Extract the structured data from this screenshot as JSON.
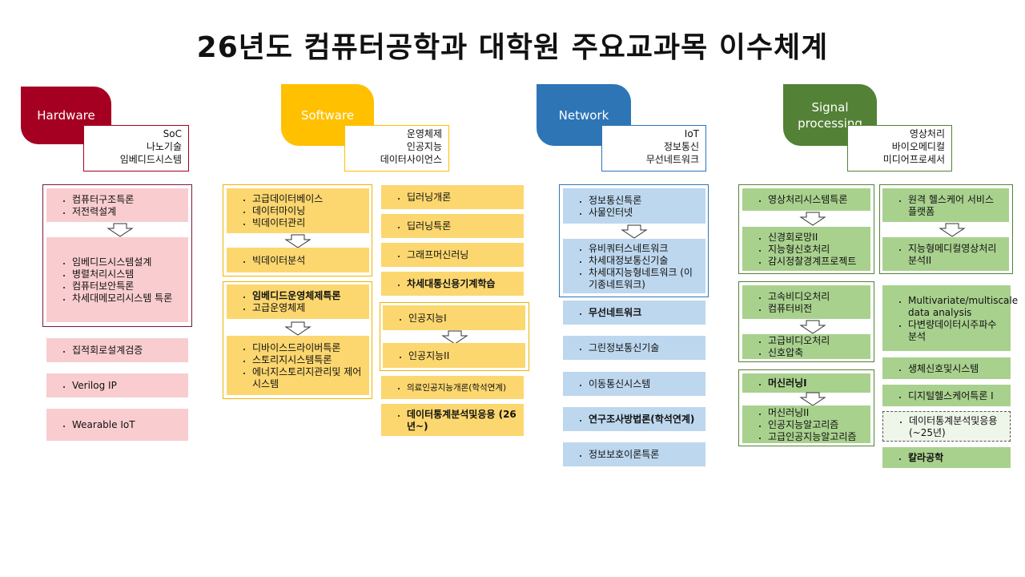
{
  "title": "26년도 컴퓨터공학과 대학원 주요교과목 이수체계",
  "colors": {
    "hardware": "#a50021",
    "software": "#ffc000",
    "network": "#2e75b6",
    "signal": "#538135"
  },
  "hardware": {
    "header": "Hardware",
    "sub": [
      "SoC",
      "나노기술",
      "임베디드시스템"
    ],
    "box1": [
      "컴퓨터구조특론",
      "저전력설계"
    ],
    "box2": [
      "임베디드시스템설계",
      "병렬처리시스템",
      "컴퓨터보안특론",
      "차세대메모리시스템 특론"
    ],
    "box3": "집적회로설계검증",
    "box4": "Verilog IP",
    "box5": "Wearable IoT"
  },
  "software": {
    "header": "Software",
    "sub": [
      "운영체제",
      "인공지능",
      "데이터사이언스"
    ],
    "l1": [
      "고급데이터베이스",
      "데이터마이닝",
      "빅데이터관리"
    ],
    "l2": "빅데이터분석",
    "l3": [
      "임베디드운영체제특론",
      "고급운영체제"
    ],
    "l4": [
      "디바이스드라이버특론",
      "스토리지시스템특론",
      "에너지스토리지관리및 제어시스템"
    ],
    "r1": "딥러닝개론",
    "r2": "딥러닝특론",
    "r3": "그래프머신러닝",
    "r4": "차세대통신용기계학습",
    "r5": "인공지능I",
    "r6": "인공지능II",
    "r7": "의료인공지능개론(학석연계)",
    "r8": "데이터통계분석및응용 (26년~)"
  },
  "network": {
    "header": "Network",
    "sub": [
      "IoT",
      "정보통신",
      "무선네트워크"
    ],
    "box1": [
      "정보통신특론",
      "사물인터넷"
    ],
    "box2": [
      "유비쿼터스네트워크",
      "차세대정보통신기술",
      "차세대지능형네트워크 (이기종네트워크)"
    ],
    "box3": "무선네트워크",
    "box4": "그린정보통신기술",
    "box5": "이동통신시스템",
    "box6": "연구조사방법론(학석연계)",
    "box7": "정보보호이론특론"
  },
  "signal": {
    "header": "Signal processing",
    "sub": [
      "영상처리",
      "바이오메디컬",
      "미디어프로세서"
    ],
    "l1": "영상처리시스템특론",
    "l2": [
      "신경회로망II",
      "지능형신호처리",
      "감시정찰경계프로젝트"
    ],
    "l3": [
      "고속비디오처리",
      "컴퓨터비전"
    ],
    "l4": [
      "고급비디오처리",
      "신호압축"
    ],
    "l5": "머신러닝I",
    "l6": [
      "머신러닝II",
      "인공지능알고리즘",
      "고급인공지능알고리즘"
    ],
    "r1": "원격 헬스케어 서비스 플랫폼",
    "r2": "지능형메디컬영상처리 분석II",
    "r3": [
      "Multivariate/multiscale data analysis",
      "다변량데이터시주파수 분석"
    ],
    "r4": "생체신호및시스템",
    "r5": "디지털헬스케어특론 I",
    "r6": "데이터통계분석및응용 (~25년)",
    "r7": "칼라공학"
  }
}
